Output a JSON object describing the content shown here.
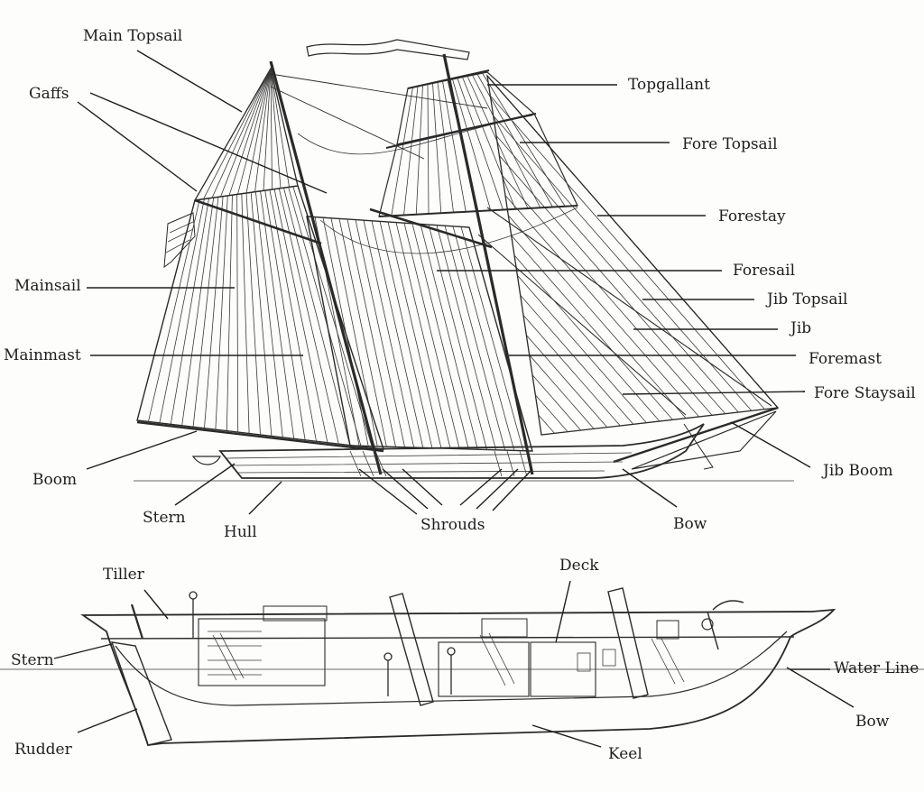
{
  "upper_diagram": {
    "labels": {
      "main_topsail": "Main Topsail",
      "gaffs": "Gaffs",
      "mainsail": "Mainsail",
      "mainmast": "Mainmast",
      "boom": "Boom",
      "stern": "Stern",
      "hull": "Hull",
      "shrouds": "Shrouds",
      "bow": "Bow",
      "topgallant": "Topgallant",
      "fore_topsail": "Fore Topsail",
      "forestay": "Forestay",
      "foresail": "Foresail",
      "jib_topsail": "Jib Topsail",
      "jib": "Jib",
      "foremast": "Foremast",
      "fore_staysail": "Fore Staysail",
      "jib_boom": "Jib Boom"
    }
  },
  "lower_diagram": {
    "labels": {
      "tiller": "Tiller",
      "deck": "Deck",
      "stern": "Stern",
      "water_line": "Water Line",
      "bow": "Bow",
      "rudder": "Rudder",
      "keel": "Keel"
    }
  },
  "colors": {
    "ink": "#2a2a2a",
    "paper": "#fdfdfc"
  }
}
